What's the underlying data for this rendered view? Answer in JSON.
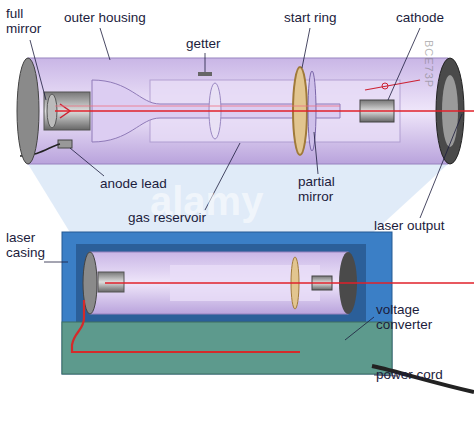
{
  "diagram": {
    "labels": [
      "full mirror",
      "outer housing",
      "getter",
      "start ring",
      "cathode",
      "anode lead",
      "partial mirror",
      "gas reservoir",
      "laser output",
      "laser casing",
      "voltage converter",
      "power cord",
      "alamy",
      "BCE73P"
    ]
  }
}
